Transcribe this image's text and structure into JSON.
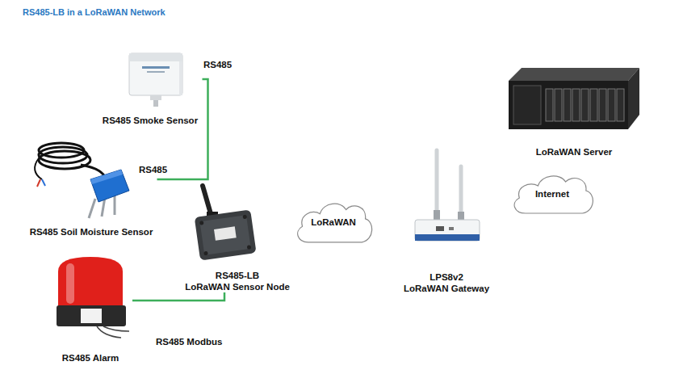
{
  "diagram": {
    "title": "RS485-LB in a LoRaWAN Network",
    "nodes": [
      {
        "text": [
          "RS485 Smoke Sensor"
        ]
      },
      {
        "text": [
          "RS485 Soil Moisture Sensor"
        ]
      },
      {
        "text": [
          "RS485 Alarm"
        ]
      },
      {
        "text": [
          "RS485-LB",
          "LoRaWAN Sensor Node"
        ]
      },
      {
        "text": [
          "LoRaWAN"
        ]
      },
      {
        "text": [
          "LPS8v2",
          "LoRaWAN Gateway"
        ]
      },
      {
        "text": [
          "Internet"
        ]
      },
      {
        "text": [
          "LoRaWAN Server"
        ]
      }
    ],
    "edges": [
      {
        "from": 0,
        "to": 1,
        "arrow": "none"
      },
      {
        "from": 2,
        "to": 3,
        "arrow": "none"
      }
    ],
    "labels": [
      "RS485",
      "RS485",
      "RS485 Modbus"
    ]
  }
}
